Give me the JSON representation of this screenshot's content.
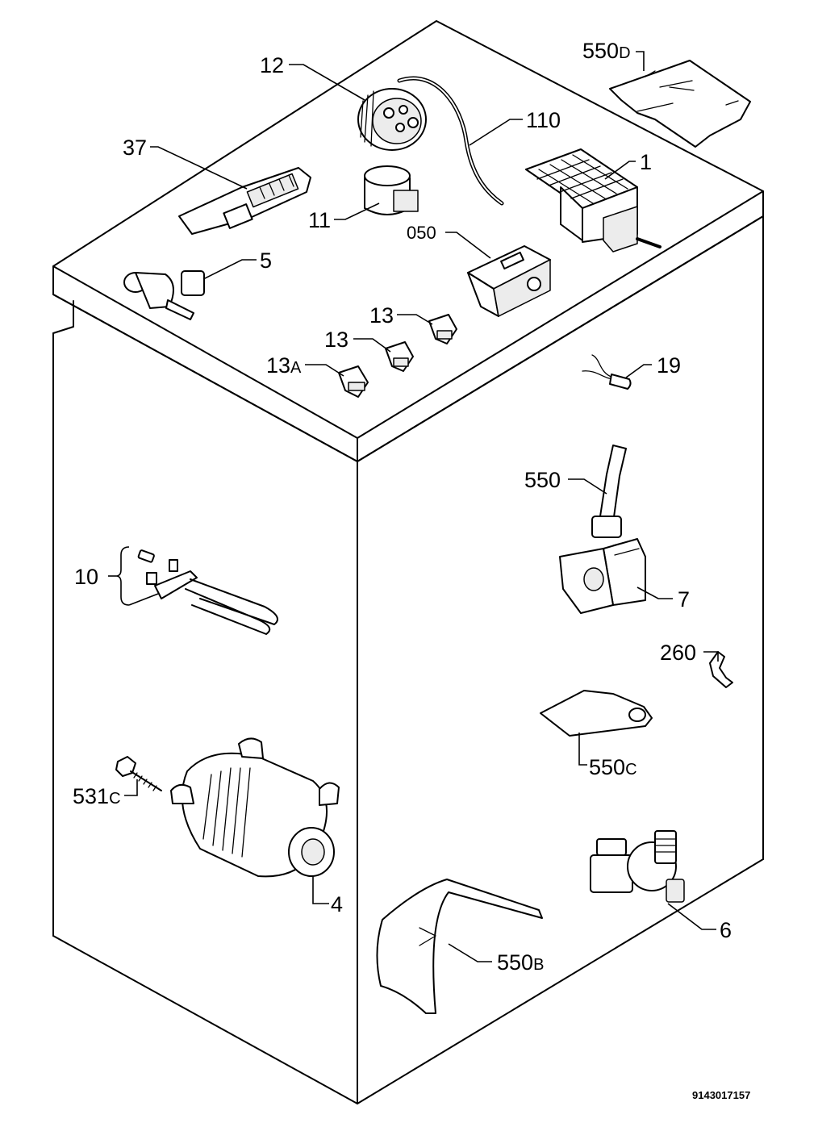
{
  "labels": {
    "l12": "12",
    "l110": "110",
    "l550d_num": "550",
    "l550d_suf": "D",
    "l37": "37",
    "l1": "1",
    "l11": "11",
    "l050": "050",
    "l5": "5",
    "l13a_num": "13",
    "l13a_suf": "A",
    "l13_1": "13",
    "l13_2": "13",
    "l19": "19",
    "l550": "550",
    "l10": "10",
    "l7": "7",
    "l260": "260",
    "l550c_num": "550",
    "l550c_suf": "C",
    "l531c_num": "531",
    "l531c_suf": "C",
    "l4": "4",
    "l6": "6",
    "l550b_num": "550",
    "l550b_suf": "B"
  },
  "reference_code": "9143017157"
}
